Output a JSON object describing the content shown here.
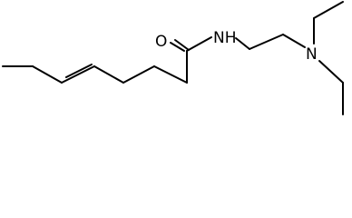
{
  "molecule": {
    "atoms": {
      "oxygen": "O",
      "amide_nitrogen": "NH",
      "amine_nitrogen": "N"
    },
    "colors": {
      "bond": "#000000",
      "label": "#000000",
      "background": "#ffffff"
    }
  }
}
